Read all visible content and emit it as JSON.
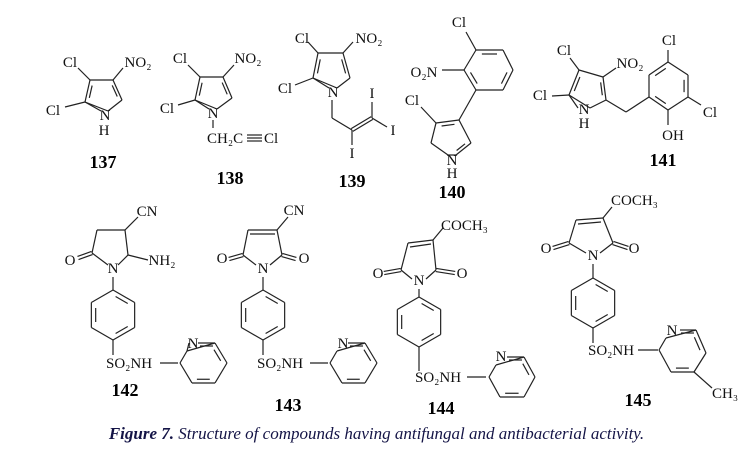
{
  "compounds": [
    {
      "id": "137",
      "atoms": [
        "Cl",
        "NO₂",
        "Cl",
        "N",
        "H"
      ]
    },
    {
      "id": "138",
      "atoms": [
        "Cl",
        "NO₂",
        "Cl",
        "N",
        "CH₂C",
        "Cl"
      ]
    },
    {
      "id": "139",
      "atoms": [
        "Cl",
        "NO₂",
        "Cl",
        "N",
        "I",
        "I",
        "I"
      ]
    },
    {
      "id": "140",
      "atoms": [
        "Cl",
        "O₂N",
        "Cl",
        "N",
        "H"
      ]
    },
    {
      "id": "141",
      "atoms": [
        "Cl",
        "NO₂",
        "Cl",
        "N",
        "H",
        "Cl",
        "Cl",
        "OH"
      ]
    },
    {
      "id": "142",
      "atoms": [
        "CN",
        "O",
        "N",
        "NH₂",
        "SO₂NH",
        "N"
      ]
    },
    {
      "id": "143",
      "atoms": [
        "CN",
        "O",
        "O",
        "N",
        "SO₂NH",
        "N"
      ]
    },
    {
      "id": "144",
      "atoms": [
        "COCH₃",
        "O",
        "O",
        "N",
        "SO₂NH",
        "N"
      ]
    },
    {
      "id": "145",
      "atoms": [
        "COCH₃",
        "O",
        "O",
        "N",
        "SO₂NH",
        "N",
        "CH₃"
      ]
    }
  ],
  "caption": {
    "figure_label": "Figure 7.",
    "text": " Structure of compounds having antifungal and antibacterial activity."
  }
}
